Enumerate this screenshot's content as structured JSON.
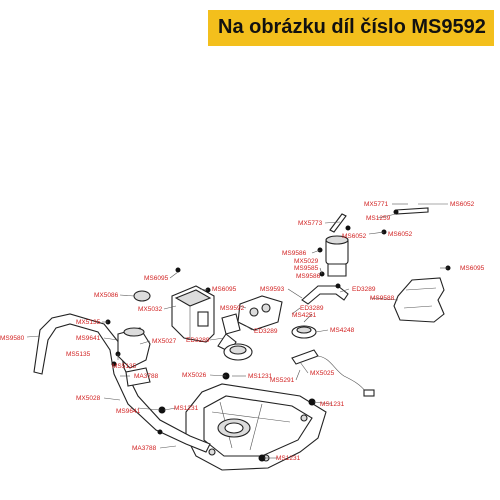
{
  "banner": {
    "text": "Na obrázku díl číslo MS9592",
    "color": "#f3bf1c"
  },
  "parts": [
    "MX5771",
    "MS6052",
    "MS1259",
    "MX5773",
    "MS6052",
    "MS6052",
    "MS9586",
    "MX5029",
    "MS9585",
    "MS9586",
    "MS6095",
    "MS6095",
    "MS6095",
    "MX5086",
    "MX5032",
    "MS9592",
    "MS9593",
    "ED3289",
    "ED3289",
    "MS9588",
    "MS4251",
    "ED3289",
    "ED3289",
    "MS4248",
    "MX5135",
    "MS9580",
    "MS9641",
    "MX5027",
    "MS5135",
    "MS5135",
    "MA3788",
    "MX5026",
    "MS1231",
    "MX5025",
    "MS5291",
    "MX5028",
    "MS9641",
    "MS1231",
    "MS1231",
    "MA3788",
    "MS1231"
  ]
}
